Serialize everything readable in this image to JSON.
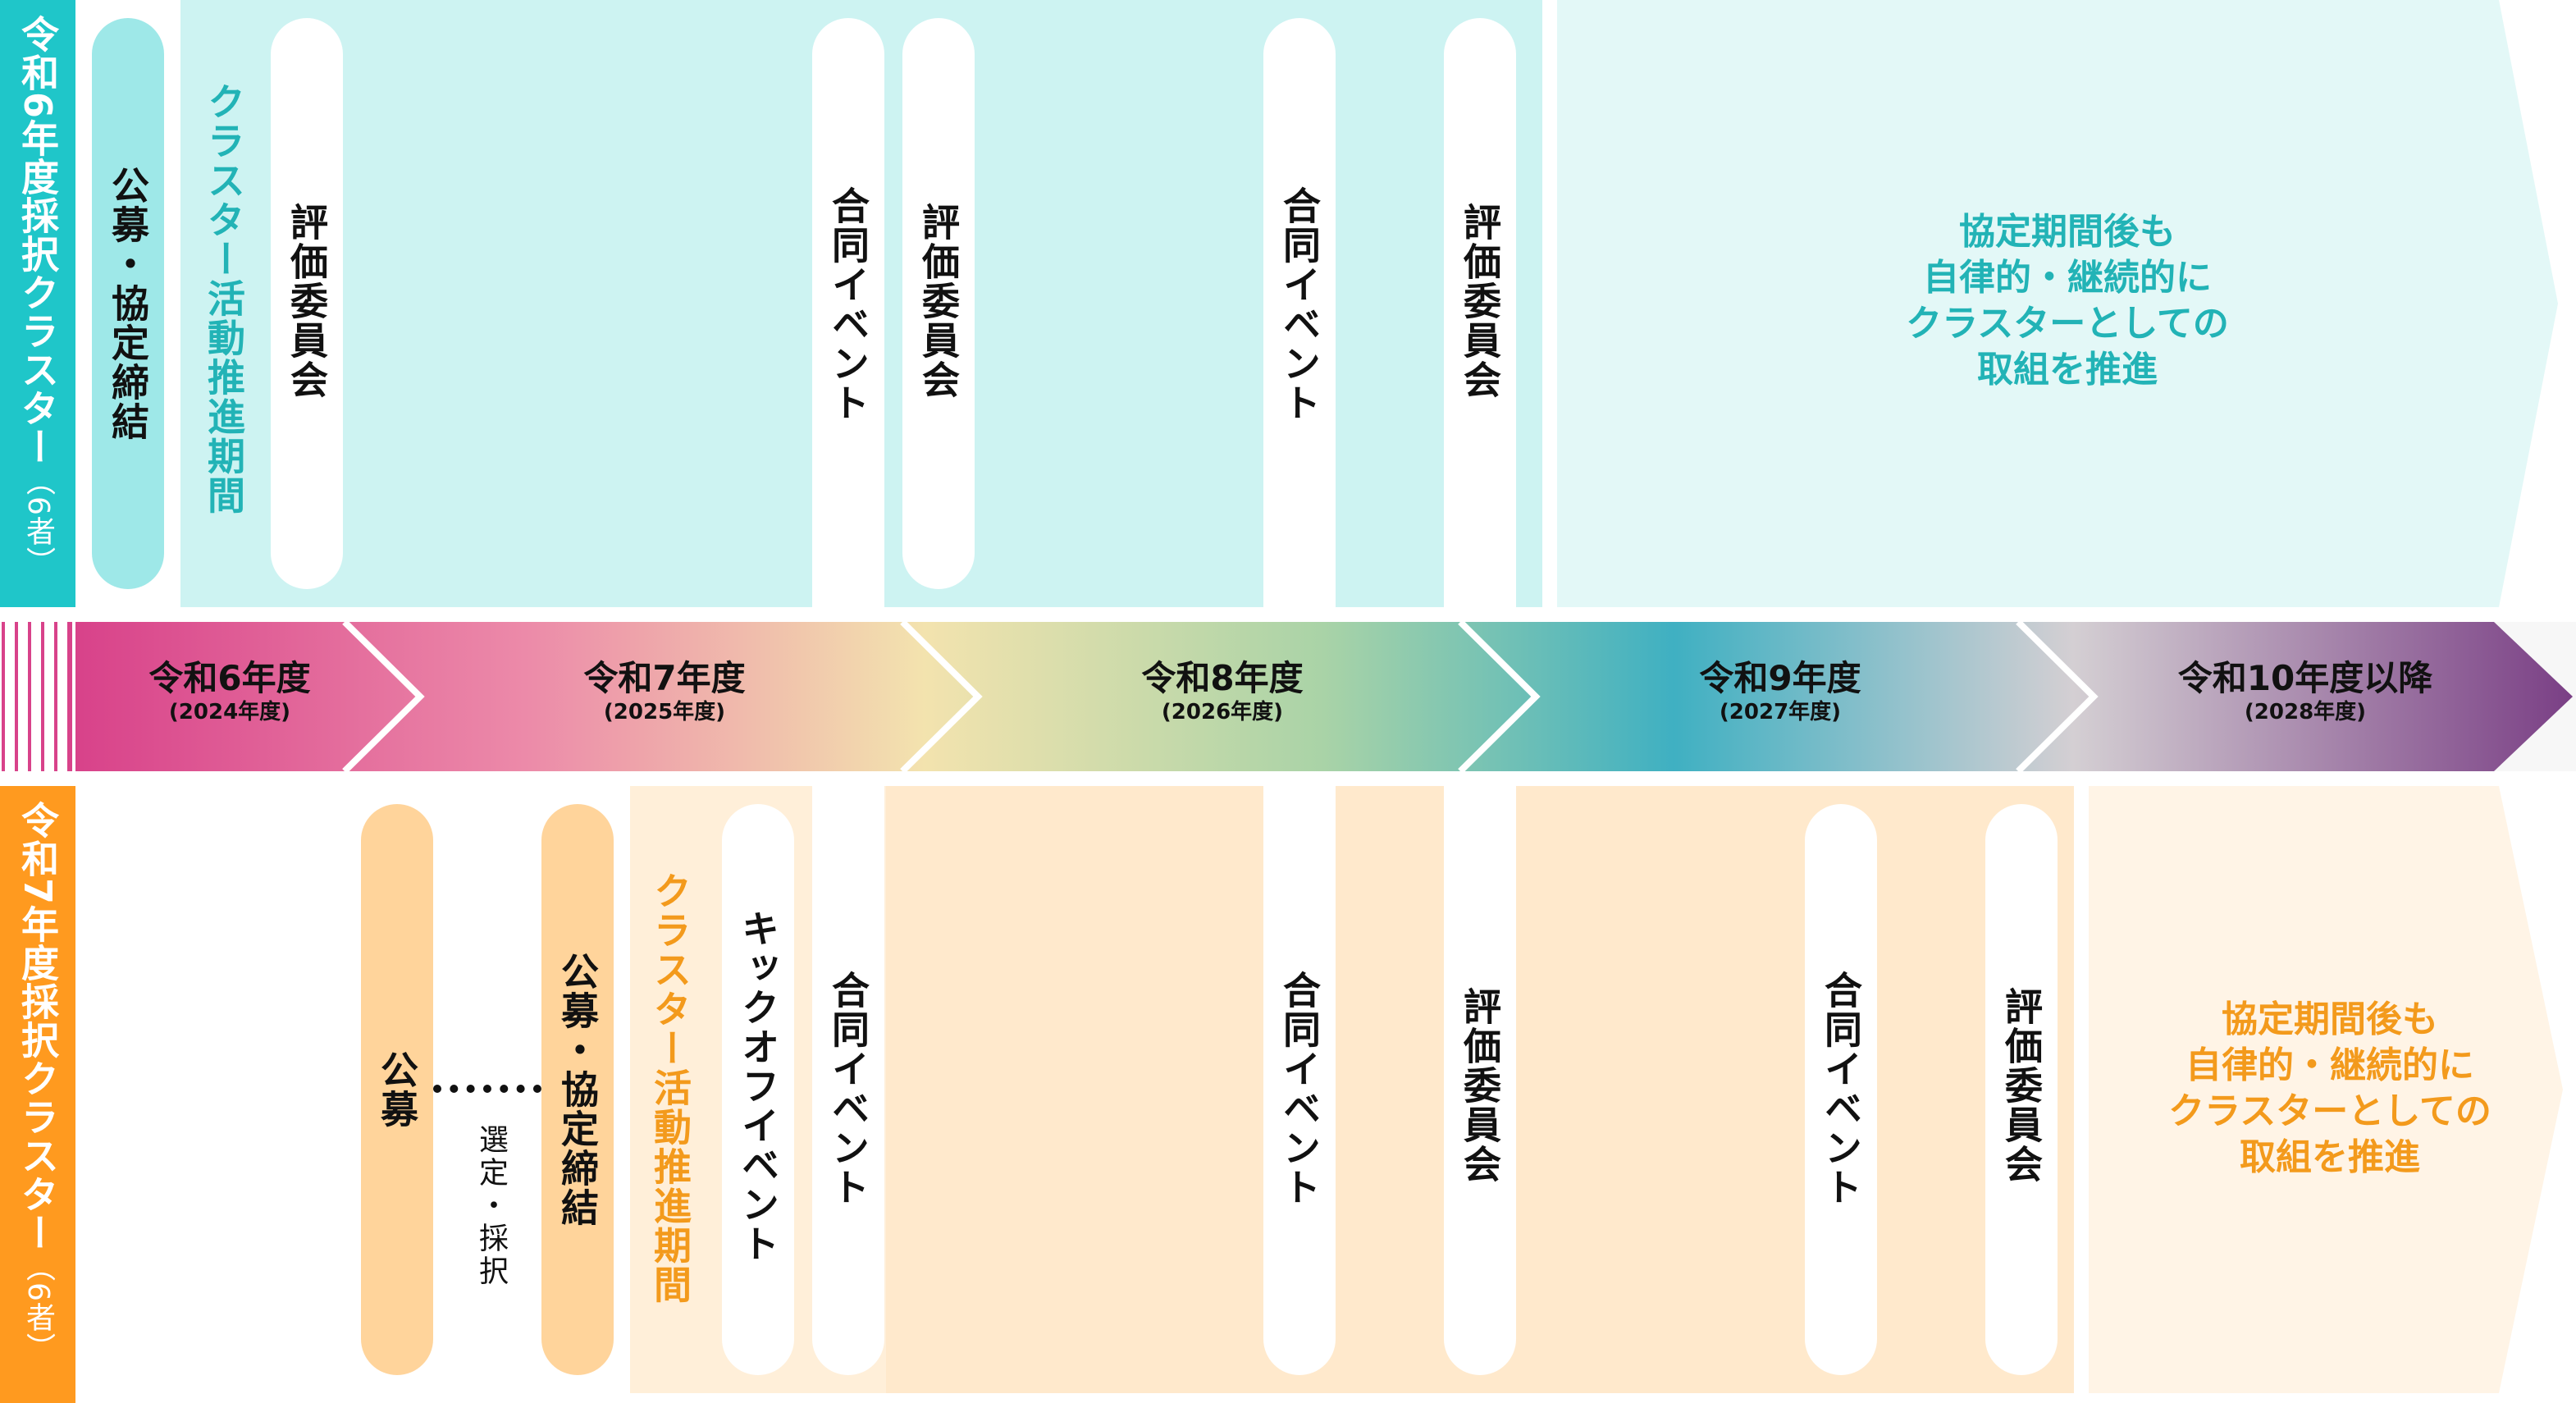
{
  "colors": {
    "teal_banner": "#1fc6c9",
    "teal_text": "#22b3b6",
    "teal_bg": "#cdf3f2",
    "teal_bg_after": "#e3f8f7",
    "teal_pill": "#9ee8e8",
    "orange_banner": "#ff9a1f",
    "orange_text": "#f39a1c",
    "orange_bg": "#ffe9cc",
    "orange_bg_light": "#ffefd9",
    "orange_bg_after": "#fff4e6",
    "orange_pill": "#ffd49b"
  },
  "top": {
    "banner": "令和6年度採択クラスター",
    "banner_count": "（6者）",
    "period_label": "クラスター活動推進期間",
    "pills": [
      {
        "label": "公募・協定締結"
      },
      {
        "label": "評価委員会"
      },
      {
        "label": "合同イベント"
      },
      {
        "label": "評価委員会"
      },
      {
        "label": "合同イベント"
      },
      {
        "label": "評価委員会"
      }
    ],
    "after_lines": [
      "協定期間後も",
      "自律的・継続的に",
      "クラスターとしての",
      "取組を推進"
    ]
  },
  "timeline": {
    "years": [
      {
        "main": "令和6年度",
        "sub": "(2024年度)"
      },
      {
        "main": "令和7年度",
        "sub": "(2025年度)"
      },
      {
        "main": "令和8年度",
        "sub": "(2026年度)"
      },
      {
        "main": "令和9年度",
        "sub": "(2027年度)"
      },
      {
        "main": "令和10年度以降",
        "sub": "(2028年度)"
      }
    ]
  },
  "bottom": {
    "banner": "令和7年度採択クラスター",
    "banner_count": "（6者）",
    "period_label": "クラスター活動推進期間",
    "pills": [
      {
        "label": "公募"
      },
      {
        "label": "公募・協定締結"
      },
      {
        "label": "キックオフイベント"
      },
      {
        "label": "合同イベント"
      },
      {
        "label": "合同イベント"
      },
      {
        "label": "評価委員会"
      },
      {
        "label": "合同イベント"
      },
      {
        "label": "評価委員会"
      }
    ],
    "selection_label": "選定・採択",
    "after_lines": [
      "協定期間後も",
      "自律的・継続的に",
      "クラスターとしての",
      "取組を推進"
    ]
  }
}
